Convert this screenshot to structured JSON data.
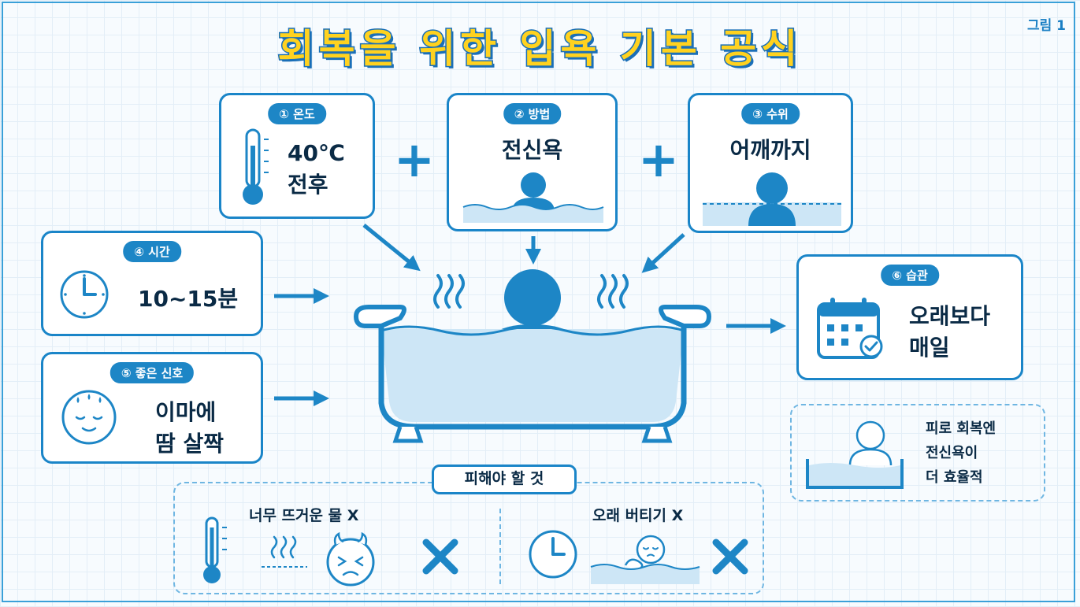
{
  "figure_label": "그림 1",
  "title": "회복을 위한 입욕 기본 공식",
  "cards": {
    "temperature": {
      "badge": "① 온도",
      "line1": "40℃",
      "line2": "전후"
    },
    "method": {
      "badge": "② 방법",
      "text": "전신욕"
    },
    "water_level": {
      "badge": "③ 수위",
      "text": "어깨까지"
    },
    "time": {
      "badge": "④ 시간",
      "text": "10~15분"
    },
    "good_sign": {
      "badge": "⑤ 좋은 신호",
      "line1": "이마에",
      "line2": "땀 살짝"
    },
    "habit": {
      "badge": "⑥ 습관",
      "line1": "오래보다",
      "line2": "매일"
    }
  },
  "plus": "+",
  "avoid": {
    "title": "피해야 할 것",
    "item1": "너무 뜨거운 물 X",
    "item2": "오래 버티기 X"
  },
  "note": {
    "line1": "피로 회복엔",
    "line2": "전신욕이",
    "line3": "더 효율적"
  },
  "colors": {
    "primary": "#1d86c6",
    "title_fill": "#ffd21f",
    "water": "#cde6f6",
    "dark_text": "#0a2a45"
  }
}
